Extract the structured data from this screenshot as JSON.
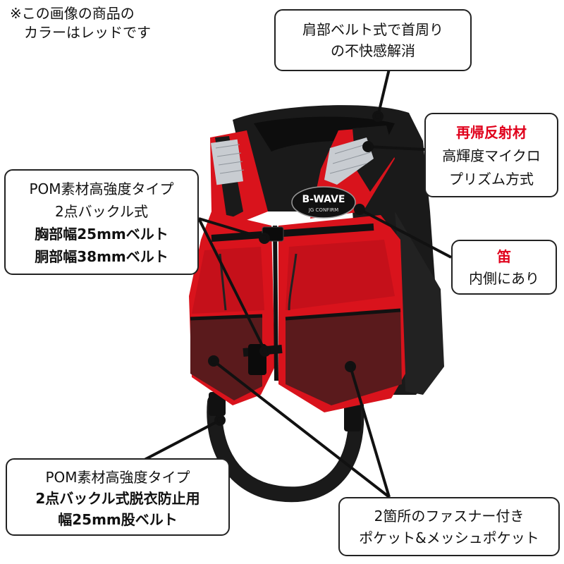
{
  "note": {
    "line1": "※この画像の商品の",
    "line2": "カラーはレッドです"
  },
  "product": {
    "logo_text": "B-WAVE",
    "logo_subtext": "JG CONFIRM",
    "colors": {
      "red": "#d9131c",
      "dark_red": "#9e0d12",
      "black": "#1a1a1a",
      "mesh": "#5a1a1c",
      "reflector": "#c8ccd1"
    }
  },
  "callouts": {
    "shoulder": {
      "line1": "肩部ベルト式で首周り",
      "line2": "の不快感解消"
    },
    "reflector": {
      "line1": "再帰反射材",
      "line2": "高輝度マイクロ",
      "line3": "プリズム方式"
    },
    "whistle": {
      "line1": "笛",
      "line2": "内側にあり"
    },
    "buckle": {
      "line1": "POM素材高強度タイプ",
      "line2": "2点バックル式",
      "line3": "胸部幅25mmベルト",
      "line4": "胴部幅38mmベルト"
    },
    "crotch": {
      "line1": "POM素材高強度タイプ",
      "line2": "2点バックル式脱衣防止用",
      "line3": "幅25mm股ベルト"
    },
    "pockets": {
      "line1": "2箇所のファスナー付き",
      "line2": "ポケット&メッシュポケット"
    }
  }
}
